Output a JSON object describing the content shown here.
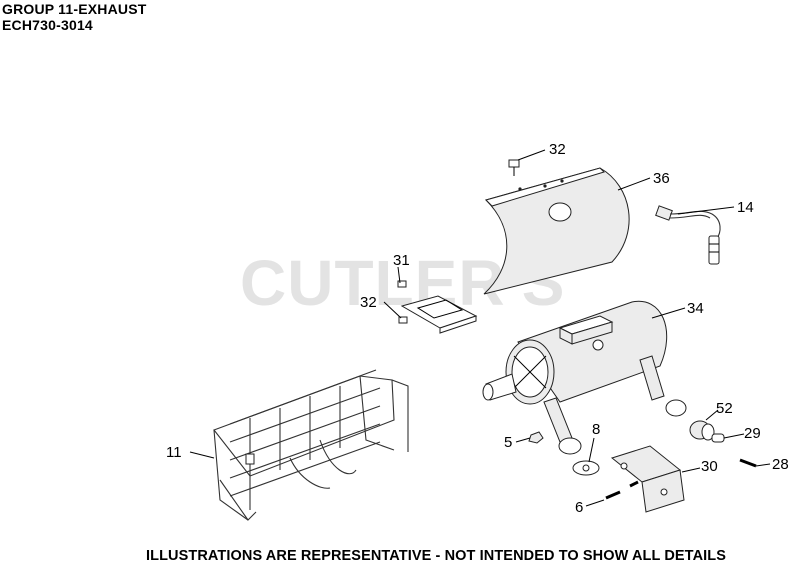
{
  "header": {
    "group": "GROUP 11-EXHAUST",
    "model": "ECH730-3014"
  },
  "watermark": "CUTLER'S",
  "footer": "ILLUSTRATIONS ARE REPRESENTATIVE - NOT INTENDED TO SHOW ALL DETAILS",
  "callouts": {
    "c32a": "32",
    "c36": "36",
    "c14": "14",
    "c31": "31",
    "c32b": "32",
    "c34": "34",
    "c11": "11",
    "c52": "52",
    "c8": "8",
    "c5": "5",
    "c29": "29",
    "c30": "30",
    "c28": "28",
    "c6": "6"
  }
}
